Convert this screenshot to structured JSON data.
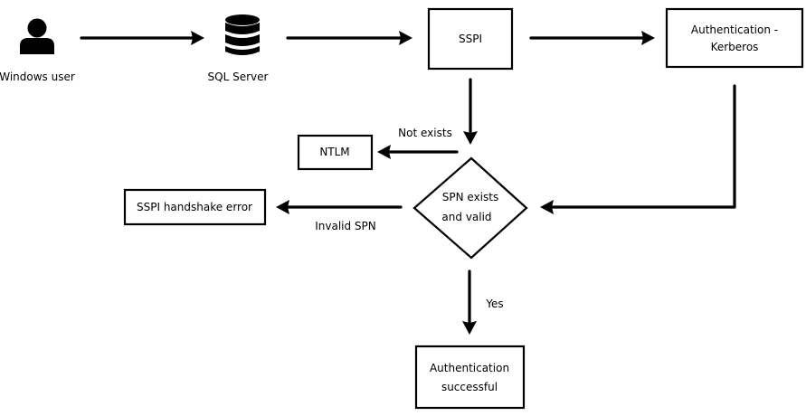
{
  "nodes": {
    "windows_user": {
      "label": "Windows user",
      "icon": "user-icon"
    },
    "sql_server": {
      "label": "SQL Server",
      "icon": "database-icon"
    },
    "sspi": {
      "label": "SSPI"
    },
    "kerberos": {
      "line1": "Authentication -",
      "line2": "Kerberos"
    },
    "ntlm": {
      "label": "NTLM"
    },
    "spn_check": {
      "line1": "SPN exists",
      "line2": "and valid"
    },
    "handshake_error": {
      "label": "SSPI handshake error"
    },
    "success": {
      "line1": "Authentication",
      "line2": "successful"
    }
  },
  "edges": {
    "not_exists": "Not exists",
    "invalid_spn": "Invalid SPN",
    "yes": "Yes"
  },
  "colors": {
    "stroke": "#000000",
    "background": "#ffffff"
  }
}
